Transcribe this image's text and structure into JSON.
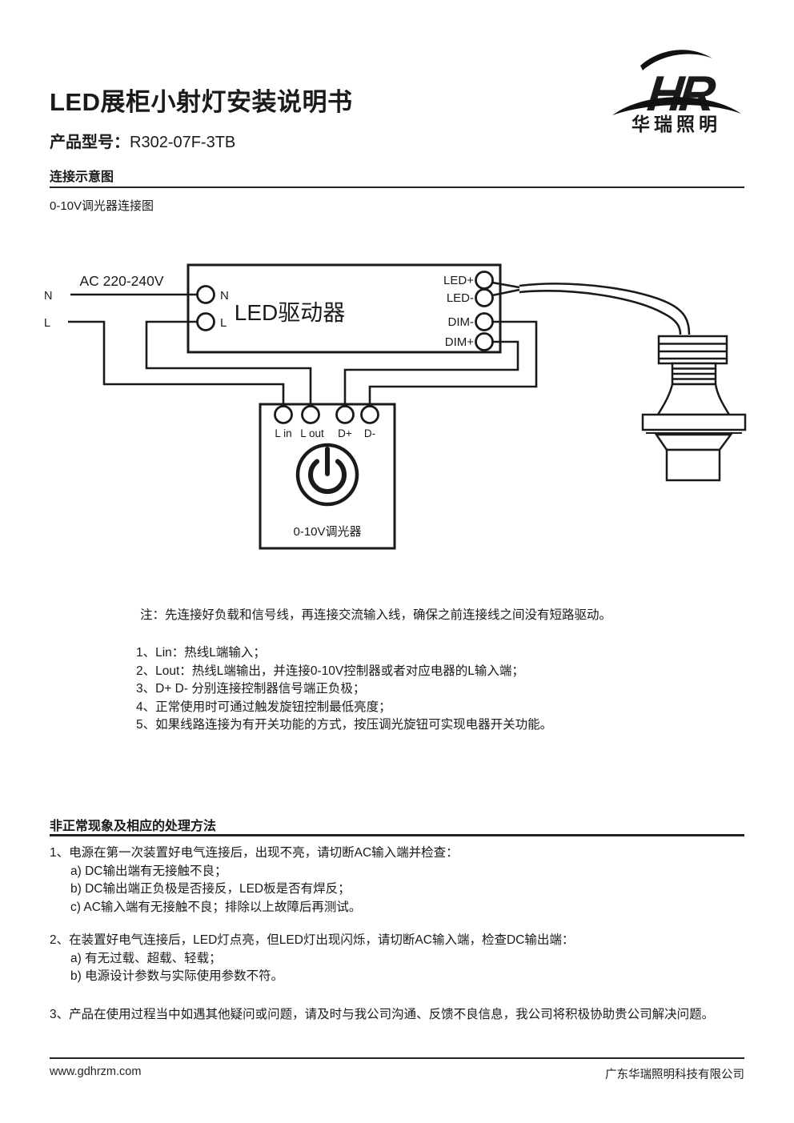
{
  "page": {
    "title": "LED展柜小射灯安装说明书",
    "model_label": "产品型号：",
    "model_value": "R302-07F-3TB"
  },
  "logo": {
    "monogram": "HR",
    "name": "华瑞照明"
  },
  "section1": {
    "heading": "连接示意图",
    "subheading": "0-10V调光器连接图",
    "note": "注：先连接好负载和信号线，再连接交流输入线，确保之前连接线之间没有短路驱动。",
    "list": [
      "1、Lin：热线L端输入；",
      "2、Lout：热线L端输出，并连接0-10V控制器或者对应电器的L输入端；",
      "3、D+ D- 分别连接控制器信号端正负极；",
      "4、正常使用时可通过触发旋钮控制最低亮度；",
      "5、如果线路连接为有开关功能的方式，按压调光旋钮可实现电器开关功能。"
    ]
  },
  "diagram": {
    "ac_label": "AC 220-240V",
    "n_label": "N",
    "l_label": "L",
    "driver_label": "LED驱动器",
    "driver_n": "N",
    "driver_l": "L",
    "led_plus": "LED+",
    "led_minus": "LED-",
    "dim_minus": "DIM-",
    "dim_plus": "DIM+",
    "l_in": "L in",
    "l_out": "L out",
    "d_plus": "D+",
    "d_minus": "D-",
    "dimmer_label": "0-10V调光器"
  },
  "section2": {
    "heading": "非正常现象及相应的处理方法",
    "items": [
      {
        "text": "1、电源在第一次装置好电气连接后，出现不亮，请切断AC输入端并检查：",
        "subs": [
          "a) DC输出端有无接触不良；",
          "b) DC输出端正负极是否接反，LED板是否有焊反；",
          "c) AC输入端有无接触不良；排除以上故障后再测试。"
        ]
      },
      {
        "text": "2、在装置好电气连接后，LED灯点亮，但LED灯出现闪烁，请切断AC输入端，检查DC输出端：",
        "subs": [
          "a) 有无过载、超载、轻载；",
          "b) 电源设计参数与实际使用参数不符。"
        ]
      },
      {
        "text": "3、产品在使用过程当中如遇其他疑问或问题，请及时与我公司沟通、反馈不良信息，我公司将积极协助贵公司解决问题。",
        "subs": []
      }
    ]
  },
  "footer": {
    "website": "www.gdhrzm.com",
    "company": "广东华瑞照明科技有限公司"
  },
  "colors": {
    "ink": "#1a1a1a",
    "rule": "#222222"
  }
}
